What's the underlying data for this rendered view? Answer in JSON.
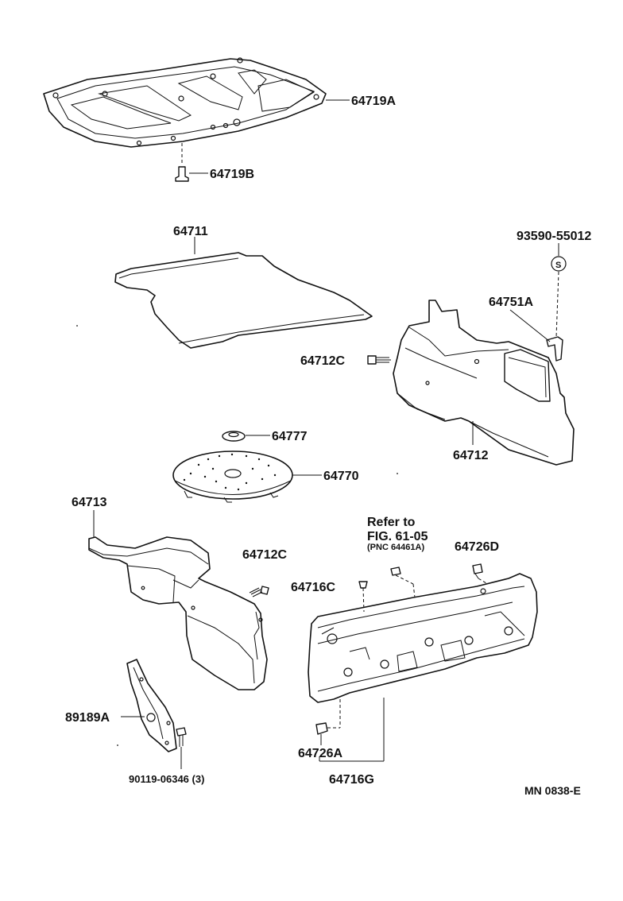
{
  "labels": {
    "p64719A": "64719A",
    "p64719B": "64719B",
    "p64711": "64711",
    "p93590": "93590-55012",
    "s_mark": "S",
    "p64751A": "64751A",
    "p64712C_top": "64712C",
    "p64712": "64712",
    "p64777": "64777",
    "p64770": "64770",
    "p64713": "64713",
    "p64712C_mid": "64712C",
    "refer_line1": "Refer to",
    "refer_line2": "FIG. 61-05",
    "refer_line3": "(PNC 64461A)",
    "p64726D": "64726D",
    "p64716C": "64716C",
    "p89189A": "89189A",
    "p90119": "90119-06346  (3)",
    "p64726A": "64726A",
    "p64716G": "64716G",
    "diagram_code": "MN 0838-E"
  }
}
